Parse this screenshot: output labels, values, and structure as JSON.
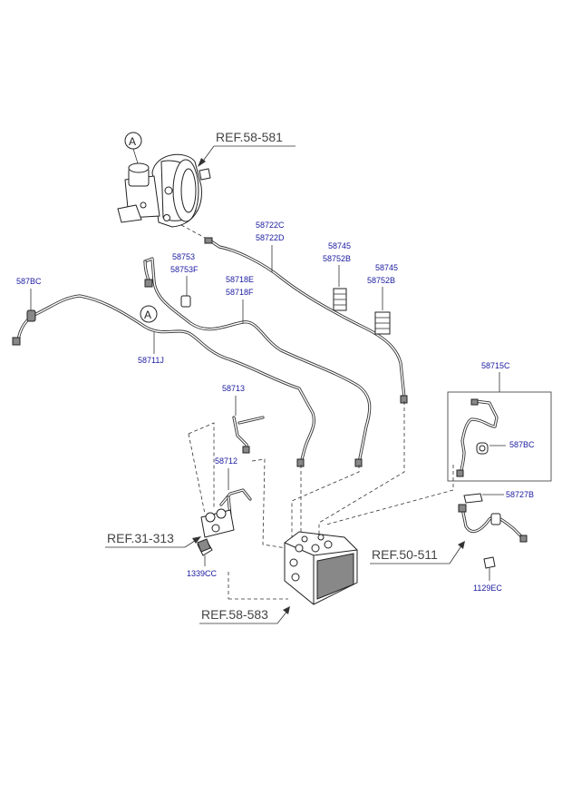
{
  "colors": {
    "part_number": "#1a1aa0",
    "reference": "#444444",
    "line": "#333333"
  },
  "refs": {
    "master_cylinder": "REF.58-581",
    "bracket": "REF.31-313",
    "front_hose": "REF.50-511",
    "hecu": "REF.58-583"
  },
  "circle_marks": {
    "top": "A",
    "pipe": "A"
  },
  "part_numbers": {
    "p587BC_left": "587BC",
    "p58711J": "58711J",
    "p58753": "58753",
    "p58753F": "58753F",
    "p58718E": "58718E",
    "p58718F": "58718F",
    "p58722C": "58722C",
    "p58722D": "58722D",
    "p58745_a": "58745",
    "p58752B_a": "58752B",
    "p58745_b": "58745",
    "p58752B_b": "58752B",
    "p58713": "58713",
    "p58712": "58712",
    "p1339CC": "1339CC",
    "p58715C": "58715C",
    "p587BC_right": "587BC",
    "p58727B": "58727B",
    "p1129EC": "1129EC"
  }
}
